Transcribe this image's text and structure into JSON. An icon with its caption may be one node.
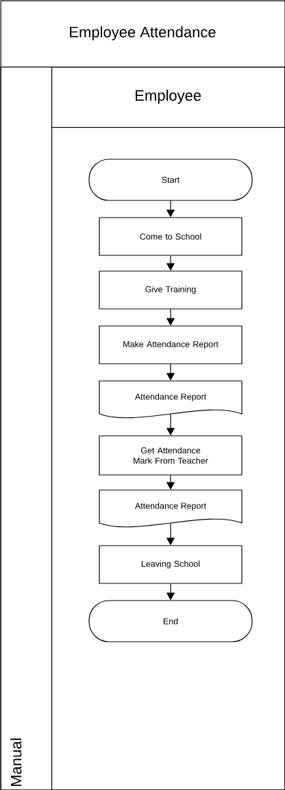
{
  "diagram": {
    "nodes": [
      {
        "text": [
          "Employee Attendance"
        ]
      },
      {
        "text": [
          "Manual"
        ],
        "in": 0
      },
      {
        "text": [
          "Employee"
        ],
        "in": 1
      },
      {
        "text": [
          "Start"
        ],
        "in": 2
      },
      {
        "text": [
          "Come to School"
        ],
        "in": 2
      },
      {
        "text": [
          "Give Training"
        ],
        "in": 2
      },
      {
        "text": [
          "Make Attendance Report"
        ],
        "in": 2
      },
      {
        "text": [
          "Attendance Report"
        ],
        "in": 2
      },
      {
        "text": [
          "Get Attendance Mark From Teacher"
        ],
        "in": 2
      },
      {
        "text": [
          "Attendance Report"
        ],
        "in": 2
      },
      {
        "text": [
          "Leaving School"
        ],
        "in": 2
      },
      {
        "text": [
          "End"
        ],
        "in": 2
      }
    ],
    "edges": [
      {
        "from": 3,
        "to": 4,
        "arrow": "to"
      },
      {
        "from": 4,
        "to": 5,
        "arrow": "to"
      },
      {
        "from": 5,
        "to": 6,
        "arrow": "to"
      },
      {
        "from": 6,
        "to": 7,
        "arrow": "to"
      },
      {
        "from": 7,
        "to": 8,
        "arrow": "to"
      },
      {
        "from": 8,
        "to": 9,
        "arrow": "to"
      },
      {
        "from": 9,
        "to": 10,
        "arrow": "to"
      },
      {
        "from": 10,
        "to": 11,
        "arrow": "to"
      }
    ]
  }
}
